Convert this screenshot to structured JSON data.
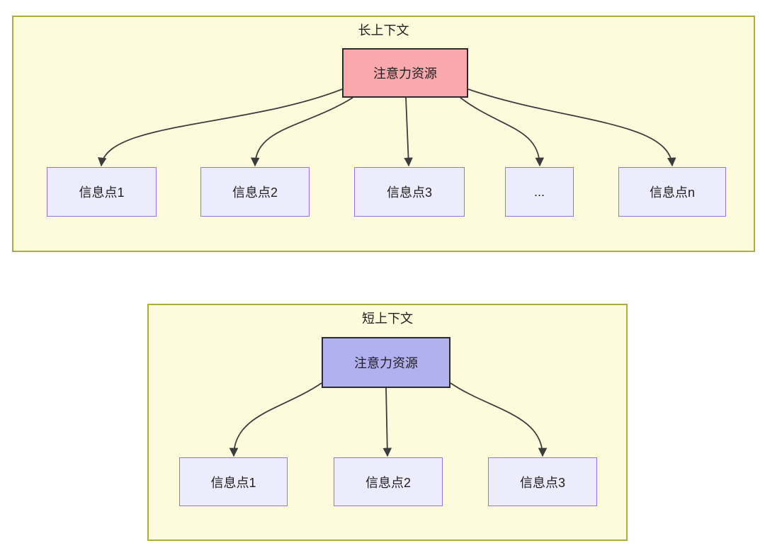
{
  "colors": {
    "page_bg": "#ffffff",
    "container_fill": "#fcfcdc",
    "container_border": "#aeae3e",
    "attention_long_fill": "#f9a8ab",
    "attention_short_fill": "#b1b1f0",
    "attention_border": "#2b2b2b",
    "node_fill": "#ececfc",
    "node_border": "#9673e0",
    "arrow_color": "#3c3c3c",
    "text_color": "#1f1f1f"
  },
  "long_context": {
    "title": "长上下文",
    "attention_label": "注意力资源",
    "nodes": [
      {
        "label": "信息点1"
      },
      {
        "label": "信息点2"
      },
      {
        "label": "信息点3"
      },
      {
        "label": "..."
      },
      {
        "label": "信息点n"
      }
    ]
  },
  "short_context": {
    "title": "短上下文",
    "attention_label": "注意力资源",
    "nodes": [
      {
        "label": "信息点1"
      },
      {
        "label": "信息点2"
      },
      {
        "label": "信息点3"
      }
    ]
  }
}
